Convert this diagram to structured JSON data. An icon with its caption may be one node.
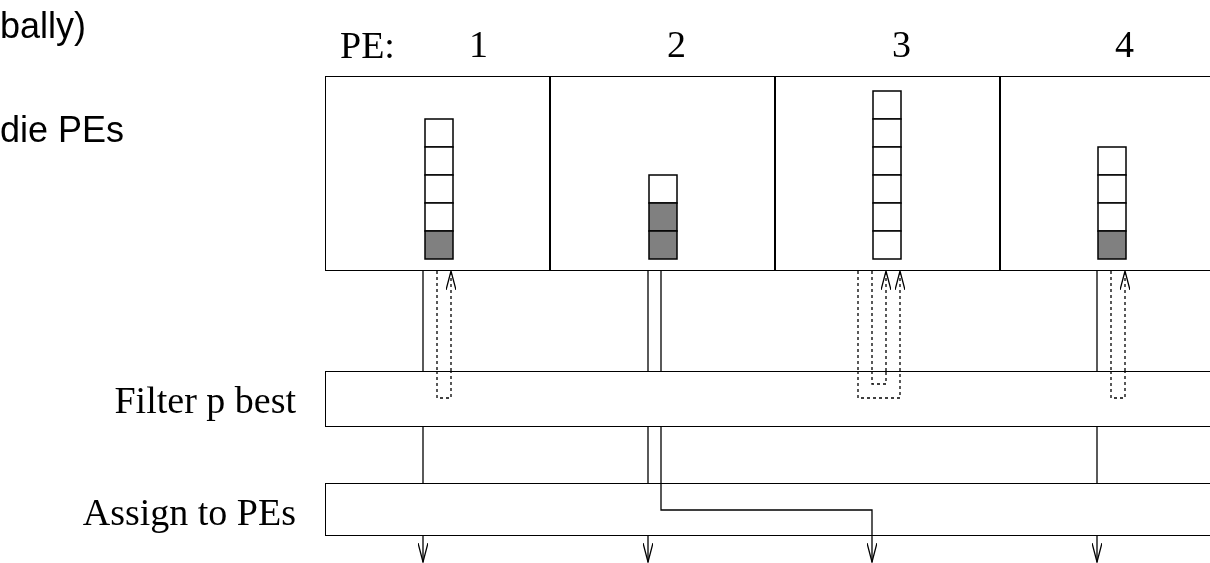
{
  "diagram": {
    "nodes": [
      {
        "text": [
          "1"
        ]
      },
      {
        "text": [
          "2"
        ]
      },
      {
        "text": [
          "3"
        ]
      },
      {
        "text": [
          "4"
        ]
      },
      {
        "text": [
          "Filter p best"
        ]
      },
      {
        "text": [
          "Assign to PEs"
        ]
      }
    ],
    "edges": [
      {
        "from": 0,
        "to": 4,
        "arrow": "none"
      },
      {
        "from": 4,
        "to": 5,
        "arrow": "none"
      },
      {
        "from": 5,
        "to": null,
        "arrow": "to"
      },
      {
        "from": 1,
        "to": 4,
        "arrow": "none"
      },
      {
        "from": 4,
        "to": 5,
        "arrow": "none"
      },
      {
        "from": 5,
        "to": null,
        "arrow": "to"
      },
      {
        "from": 1,
        "to": 4,
        "arrow": "none"
      },
      {
        "from": 4,
        "to": 5,
        "arrow": "none"
      },
      {
        "from": 5,
        "to": null,
        "arrow": "to"
      },
      {
        "from": 3,
        "to": 4,
        "arrow": "none"
      },
      {
        "from": 4,
        "to": 5,
        "arrow": "none"
      },
      {
        "from": 5,
        "to": null,
        "arrow": "to"
      },
      {
        "from": 0,
        "to": 4,
        "arrow": "none",
        "style": "dashed"
      },
      {
        "from": 4,
        "to": 0,
        "arrow": "to",
        "style": "dashed"
      },
      {
        "from": 2,
        "to": 4,
        "arrow": "none",
        "style": "dashed"
      },
      {
        "from": 4,
        "to": 2,
        "arrow": "to",
        "style": "dashed"
      },
      {
        "from": 2,
        "to": 4,
        "arrow": "none",
        "style": "dashed"
      },
      {
        "from": 4,
        "to": 2,
        "arrow": "to",
        "style": "dashed"
      },
      {
        "from": 3,
        "to": 4,
        "arrow": "none",
        "style": "dashed"
      },
      {
        "from": 4,
        "to": 3,
        "arrow": "to",
        "style": "dashed"
      }
    ],
    "labels": [
      "bally)",
      "PE:",
      "die PEs"
    ]
  }
}
